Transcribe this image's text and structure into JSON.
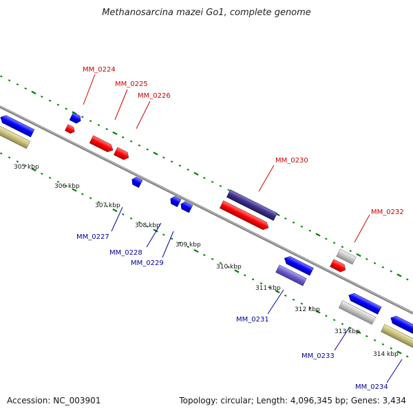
{
  "title": "Methanosarcina mazei Go1, complete genome",
  "accession": "Accession: NC_003901",
  "topology": "Topology: circular; Length: 4,096,345 bp; Genes: 3,434",
  "colors": {
    "plus_label": "#cc0000",
    "minus_label": "#000099",
    "backbone": "#808080",
    "tick": "#008000",
    "red": "#ff0000",
    "blue": "#0000ff",
    "purple": "#3a2f8a",
    "lavender": "#6a5acd",
    "gray": "#c0c0c0",
    "olive": "#c8c07a"
  },
  "kbp_labels": [
    "305 kbp",
    "306 kbp",
    "307 kbp",
    "308 kbp",
    "309 kbp",
    "310 kbp",
    "311 kbp",
    "312 kbp",
    "313 kbp",
    "314 kbp"
  ],
  "gene_labels_plus": [
    "MM_0224",
    "MM_0225",
    "MM_0226",
    "MM_0230",
    "MM_0232"
  ],
  "gene_labels_minus": [
    "MM_0227",
    "MM_0228",
    "MM_0229",
    "MM_0231",
    "MM_0233",
    "MM_0234"
  ]
}
